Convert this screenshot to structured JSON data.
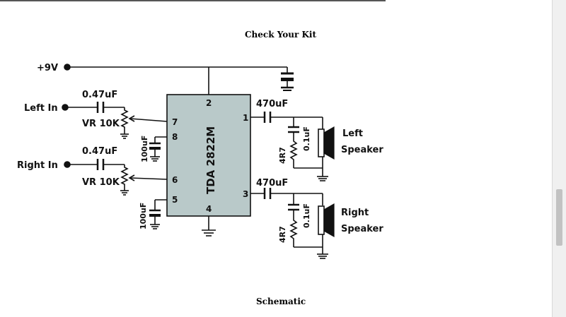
{
  "headings": {
    "top": "Check Your Kit",
    "bottom": "Schematic"
  },
  "schematic": {
    "supply": "+9V",
    "chip": {
      "name": "TDA 2822M",
      "pins": {
        "p1": "1",
        "p2": "2",
        "p3": "3",
        "p4": "4",
        "p5": "5",
        "p6": "6",
        "p7": "7",
        "p8": "8"
      }
    },
    "inputs": {
      "left": "Left In",
      "right": "Right In"
    },
    "components": {
      "in_cap_left": "0.47uF",
      "in_cap_right": "0.47uF",
      "pot_left": "VR 10K",
      "pot_right": "VR 10K",
      "cap8": "100uF",
      "cap5": "100uF",
      "out_cap_left": "470uF",
      "out_cap_right": "470uF",
      "zobel_r_left": "4R7",
      "zobel_r_right": "4R7",
      "zobel_c_left": "0.1uF",
      "zobel_c_right": "0.1uF"
    },
    "speakers": {
      "left_1": "Left",
      "left_2": "Speaker",
      "right_1": "Right",
      "right_2": "Speaker"
    }
  },
  "colors": {
    "ink": "#111111",
    "chip_fill": "#b9c9c9",
    "text": "#000000"
  }
}
